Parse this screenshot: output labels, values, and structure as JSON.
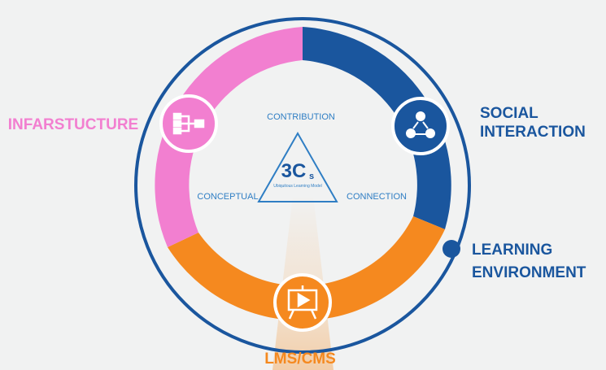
{
  "diagram": {
    "center": {
      "logo_main": "3C",
      "logo_sub": "s",
      "subtitle": "Ubiquitous Learning Model",
      "contribution": "CONTRIBUTION",
      "conceptual": "CONCEPTUAL",
      "connection": "CONNECTION"
    },
    "segments": {
      "infrastructure": {
        "label": "INFARSTUCTURE",
        "icon": "network-hierarchy-icon",
        "color": "#f27fd0"
      },
      "social": {
        "label_line1": "SOCIAL",
        "label_line2": "INTERACTION",
        "icon": "people-network-icon",
        "color": "#1a569e"
      },
      "learning": {
        "label_line1": "LEARNING",
        "label_line2": "ENVIRONMENT",
        "icon": "dot-marker-icon",
        "color": "#1a569e"
      },
      "lms": {
        "label": "LMS/CMS",
        "icon": "presentation-board-icon",
        "color": "#f5891f"
      }
    },
    "colors": {
      "pink": "#f27fd0",
      "blue": "#1a569e",
      "orange": "#f5891f",
      "light_blue": "#2f7ec4",
      "background": "#f1f2f2"
    }
  }
}
